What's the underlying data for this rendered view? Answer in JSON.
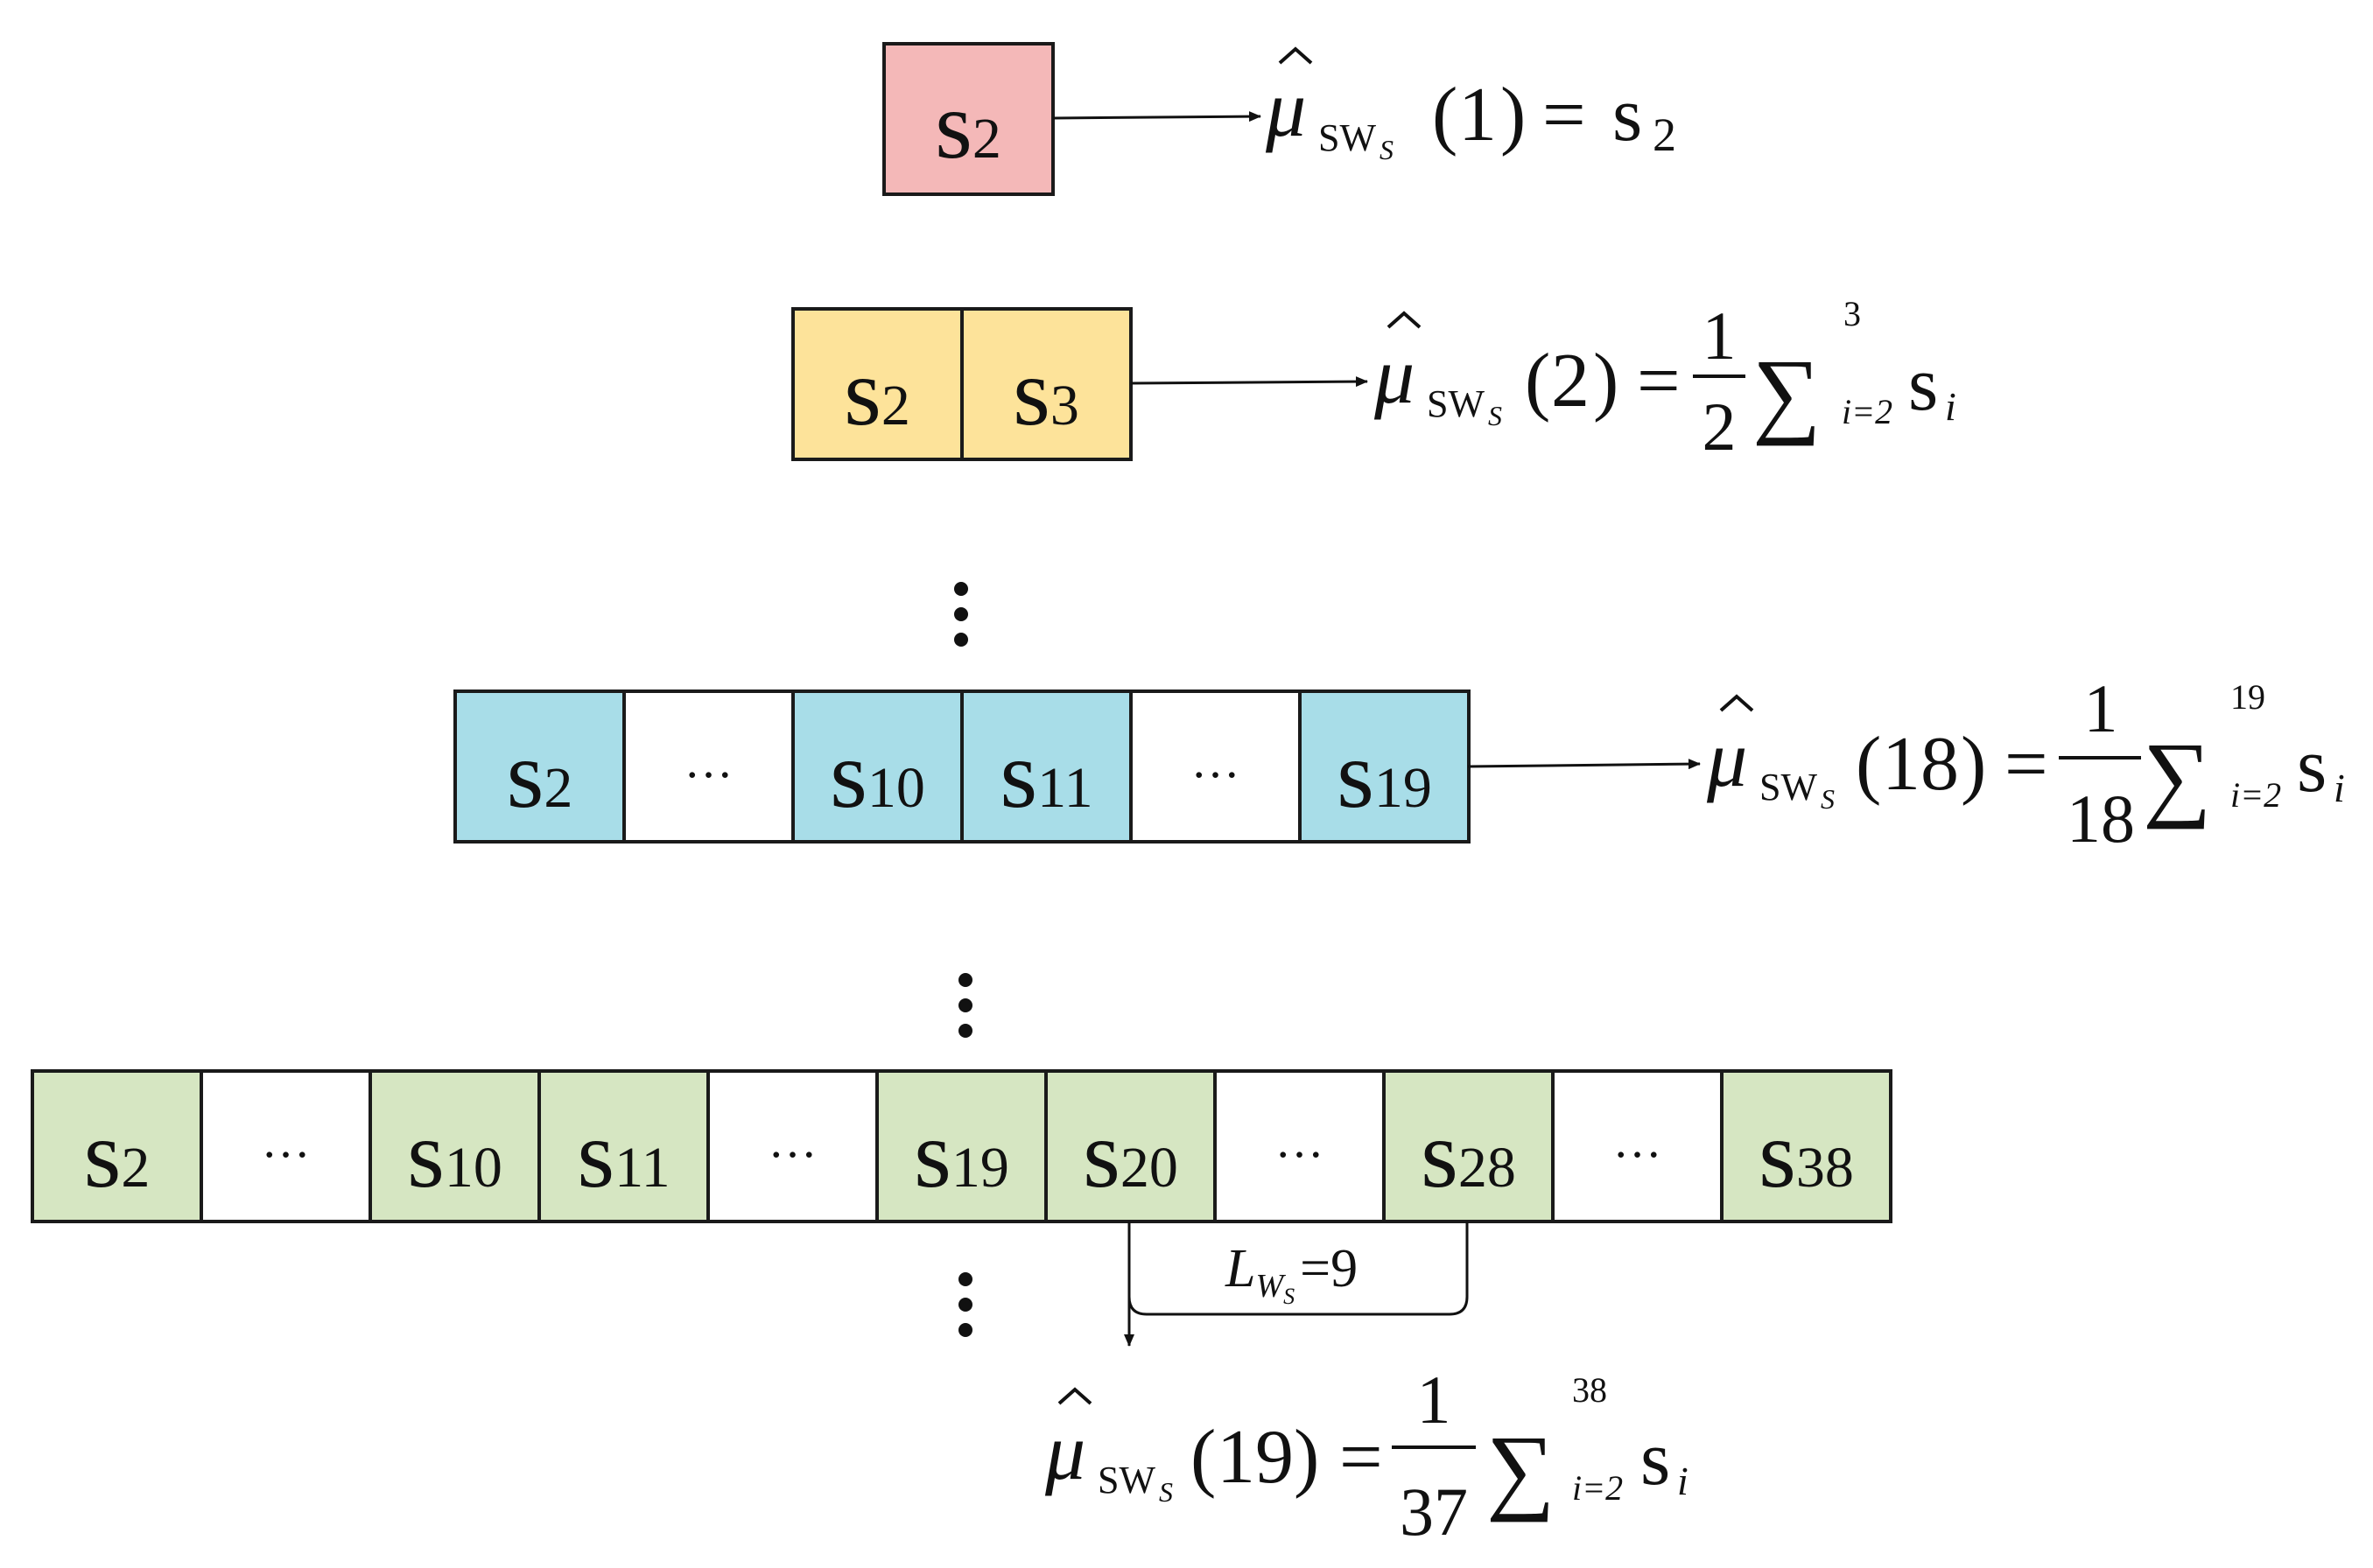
{
  "colors": {
    "row1": "#f4b8b8",
    "row2": "#fde39a",
    "row3": "#a8dde8",
    "row4": "#d6e6c2",
    "empty": "#ffffff",
    "stroke": "#1a1a1a"
  },
  "ellipsis": "…",
  "rows": [
    {
      "cells": [
        {
          "base": "s",
          "sub": "2"
        }
      ],
      "formula": {
        "arg": "1",
        "equals": "=",
        "rhs_base": "s",
        "rhs_sub": "2"
      }
    },
    {
      "cells": [
        {
          "base": "s",
          "sub": "2"
        },
        {
          "base": "s",
          "sub": "3"
        }
      ],
      "formula": {
        "arg": "2",
        "equals": "=",
        "num": "1",
        "den": "2",
        "sum_lower": "i=2",
        "sum_upper": "3",
        "term_base": "s",
        "term_sub": "i"
      }
    },
    {
      "cells": [
        {
          "base": "s",
          "sub": "2"
        },
        {
          "empty": true
        },
        {
          "base": "s",
          "sub": "10"
        },
        {
          "base": "s",
          "sub": "11"
        },
        {
          "empty": true
        },
        {
          "base": "s",
          "sub": "19"
        }
      ],
      "formula": {
        "arg": "18",
        "equals": "=",
        "num": "1",
        "den": "18",
        "sum_lower": "i=2",
        "sum_upper": "19",
        "term_base": "s",
        "term_sub": "i"
      }
    },
    {
      "cells": [
        {
          "base": "s",
          "sub": "2"
        },
        {
          "empty": true
        },
        {
          "base": "s",
          "sub": "10"
        },
        {
          "base": "s",
          "sub": "11"
        },
        {
          "empty": true
        },
        {
          "base": "s",
          "sub": "19"
        },
        {
          "base": "s",
          "sub": "20"
        },
        {
          "empty": true
        },
        {
          "base": "s",
          "sub": "28"
        },
        {
          "empty": true
        },
        {
          "base": "s",
          "sub": "38"
        }
      ],
      "formula": {
        "arg": "19",
        "equals": "=",
        "num": "1",
        "den": "37",
        "sum_lower": "i=2",
        "sum_upper": "38",
        "term_base": "s",
        "term_sub": "i"
      }
    }
  ],
  "estimator": {
    "symbol": "μ",
    "hat": "^",
    "sub_prefix": "SW",
    "sub_sub": "S"
  },
  "window_label": {
    "L": "L",
    "sub": "W",
    "subsub": "S",
    "value": "=9"
  }
}
